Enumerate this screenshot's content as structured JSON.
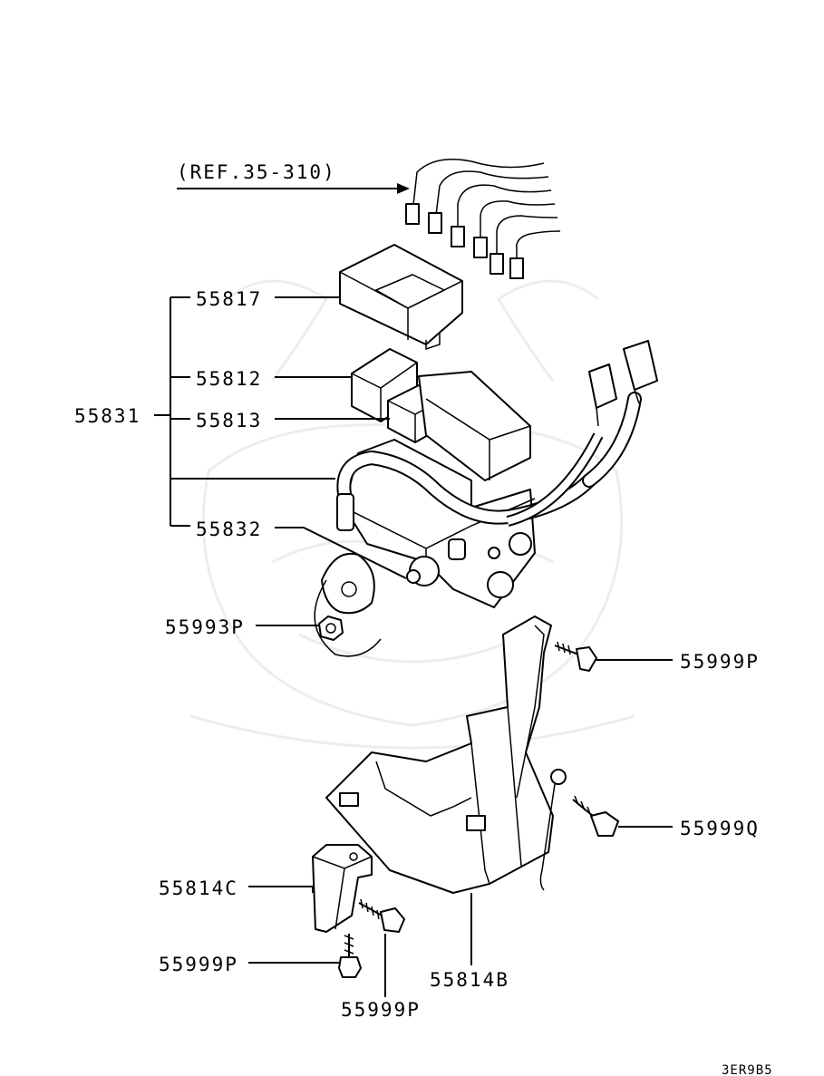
{
  "diagram": {
    "reference": "(REF.35-310)",
    "code": "3ER9B5",
    "parts": {
      "p55831": "55831",
      "p55817": "55817",
      "p55812": "55812",
      "p55813": "55813",
      "p55832": "55832",
      "p55993P": "55993P",
      "p55999P_right": "55999P",
      "p55999Q": "55999Q",
      "p55814C": "55814C",
      "p55999P_left": "55999P",
      "p55999P_bottom": "55999P",
      "p55814B": "55814B"
    }
  }
}
